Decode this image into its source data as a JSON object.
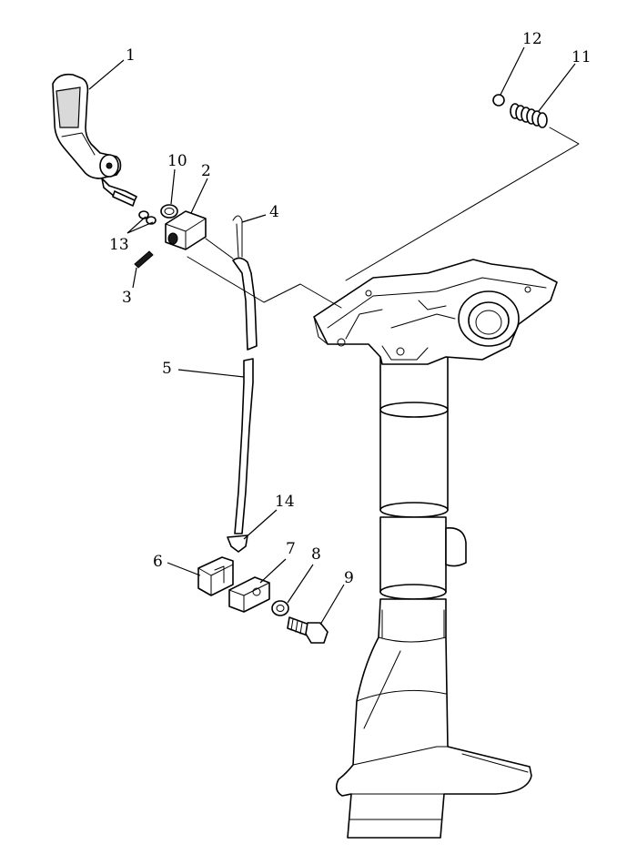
{
  "callouts": [
    {
      "id": "1",
      "text": "1"
    },
    {
      "id": "2",
      "text": "2"
    },
    {
      "id": "3",
      "text": "3"
    },
    {
      "id": "4",
      "text": "4"
    },
    {
      "id": "5",
      "text": "5"
    },
    {
      "id": "6",
      "text": "6"
    },
    {
      "id": "7",
      "text": "7"
    },
    {
      "id": "8",
      "text": "8"
    },
    {
      "id": "9",
      "text": "9"
    },
    {
      "id": "10",
      "text": "10"
    },
    {
      "id": "11",
      "text": "11"
    },
    {
      "id": "12",
      "text": "12"
    },
    {
      "id": "13",
      "text": "13"
    },
    {
      "id": "14",
      "text": "14"
    }
  ]
}
